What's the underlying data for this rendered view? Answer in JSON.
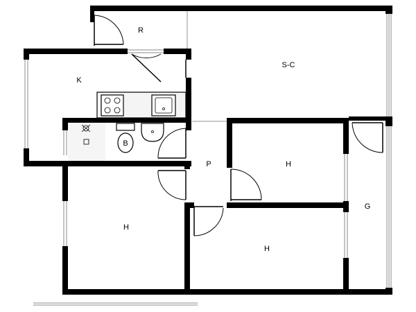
{
  "rooms": {
    "r": "R",
    "sc": "S-C",
    "k": "K",
    "b": "B",
    "p": "P",
    "h_mid": "H",
    "g": "G",
    "h_left": "H",
    "h_bottom": "H"
  },
  "icons": [
    "stove-icon",
    "sink-icon",
    "toilet-icon",
    "washbasin-icon",
    "shower-icon",
    "door-icon",
    "window-icon"
  ]
}
